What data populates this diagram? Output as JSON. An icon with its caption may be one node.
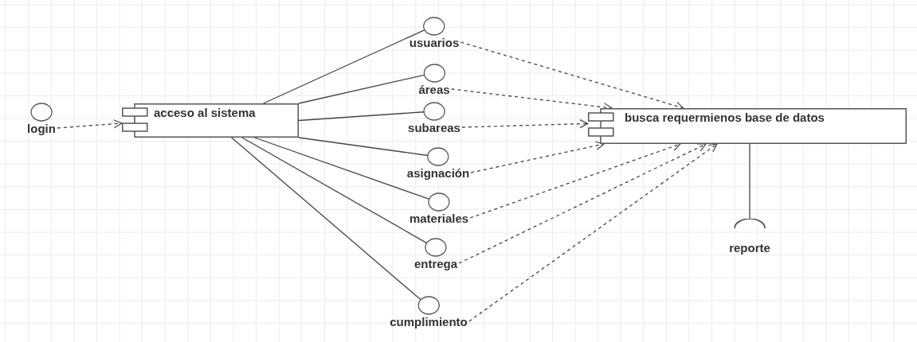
{
  "diagram": {
    "nodes": [
      {
        "text": [
          "login"
        ]
      },
      {
        "text": [
          "acceso al sistema"
        ]
      },
      {
        "text": [
          "usuarios"
        ]
      },
      {
        "text": [
          "áreas"
        ]
      },
      {
        "text": [
          "subareas"
        ]
      },
      {
        "text": [
          "asignación"
        ]
      },
      {
        "text": [
          "materiales"
        ]
      },
      {
        "text": [
          "entrega"
        ]
      },
      {
        "text": [
          "cumplimiento"
        ]
      },
      {
        "text": [
          "busca requermienos base de datos"
        ]
      },
      {
        "text": [
          "reporte"
        ]
      }
    ],
    "edges": [
      {
        "from": 0,
        "to": 1,
        "arrow": "to",
        "style": "dashed"
      },
      {
        "from": 1,
        "to": 2,
        "arrow": "none"
      },
      {
        "from": 1,
        "to": 3,
        "arrow": "none"
      },
      {
        "from": 1,
        "to": 4,
        "arrow": "none"
      },
      {
        "from": 1,
        "to": 5,
        "arrow": "none"
      },
      {
        "from": 1,
        "to": 6,
        "arrow": "none"
      },
      {
        "from": 1,
        "to": 7,
        "arrow": "none"
      },
      {
        "from": 1,
        "to": 8,
        "arrow": "none"
      },
      {
        "from": 2,
        "to": 9,
        "arrow": "to",
        "style": "dashed"
      },
      {
        "from": 3,
        "to": 9,
        "arrow": "to",
        "style": "dashed"
      },
      {
        "from": 4,
        "to": 9,
        "arrow": "to",
        "style": "dashed"
      },
      {
        "from": 5,
        "to": 9,
        "arrow": "to",
        "style": "dashed"
      },
      {
        "from": 6,
        "to": 9,
        "arrow": "to",
        "style": "dashed"
      },
      {
        "from": 7,
        "to": 9,
        "arrow": "to",
        "style": "dashed"
      },
      {
        "from": 8,
        "to": 9,
        "arrow": "to",
        "style": "dashed"
      },
      {
        "from": 9,
        "to": 10,
        "arrow": "none"
      }
    ]
  }
}
